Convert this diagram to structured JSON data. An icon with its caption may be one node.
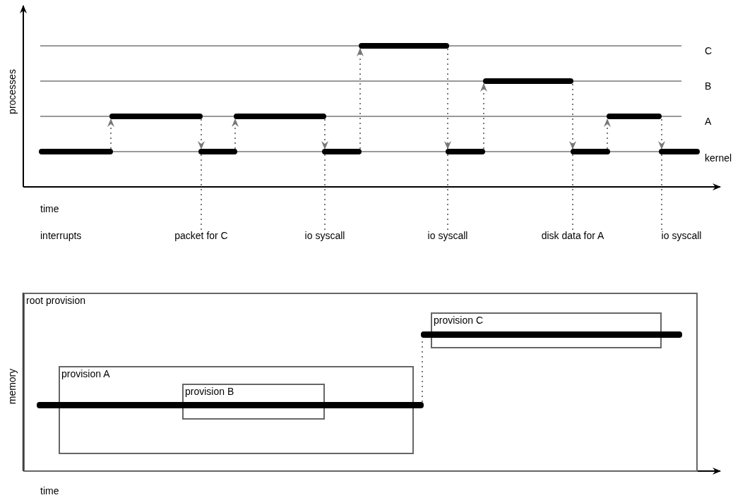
{
  "diagram": {
    "nodes": [
      {
        "text": [],
        "shape": "bar"
      },
      {
        "text": [],
        "shape": "bar"
      },
      {
        "text": [],
        "shape": "bar"
      },
      {
        "text": [],
        "shape": "bar"
      },
      {
        "text": [],
        "shape": "bar"
      },
      {
        "text": [],
        "shape": "bar"
      },
      {
        "text": [],
        "shape": "bar"
      },
      {
        "text": [],
        "shape": "bar"
      },
      {
        "text": [],
        "shape": "bar"
      },
      {
        "text": [],
        "shape": "bar"
      },
      {
        "text": [],
        "shape": "bar"
      },
      {
        "text": [
          "packet for C"
        ]
      },
      {
        "text": [
          "io syscall"
        ]
      },
      {
        "text": [
          "io syscall"
        ]
      },
      {
        "text": [
          "disk data for A"
        ]
      },
      {
        "text": [
          "io syscall"
        ]
      },
      {
        "text": [
          "root provision"
        ]
      },
      {
        "text": [
          "provision A"
        ],
        "in": 16
      },
      {
        "text": [
          "provision B"
        ],
        "in": 17
      },
      {
        "text": [
          "provision C"
        ],
        "in": 16
      },
      {
        "text": [],
        "shape": "bar",
        "in": 16
      },
      {
        "text": [],
        "shape": "bar",
        "in": 16
      }
    ],
    "edges": [
      {
        "from": 5,
        "to": 2,
        "arrow": "to",
        "style": "dashed"
      },
      {
        "from": 2,
        "to": 6,
        "arrow": "to",
        "style": "dashed"
      },
      {
        "from": 6,
        "to": 3,
        "arrow": "to",
        "style": "dashed"
      },
      {
        "from": 3,
        "to": 7,
        "arrow": "to",
        "style": "dashed"
      },
      {
        "from": 7,
        "to": 0,
        "arrow": "to",
        "style": "dashed"
      },
      {
        "from": 0,
        "to": 8,
        "arrow": "to",
        "style": "dashed"
      },
      {
        "from": 8,
        "to": 1,
        "arrow": "to",
        "style": "dashed"
      },
      {
        "from": 1,
        "to": 9,
        "arrow": "to",
        "style": "dashed"
      },
      {
        "from": 9,
        "to": 4,
        "arrow": "to",
        "style": "dashed"
      },
      {
        "from": 4,
        "to": 10,
        "arrow": "to",
        "style": "dashed"
      },
      {
        "from": 6,
        "to": 11,
        "arrow": "none",
        "style": "dashed"
      },
      {
        "from": 7,
        "to": 12,
        "arrow": "none",
        "style": "dashed"
      },
      {
        "from": 8,
        "to": 13,
        "arrow": "none",
        "style": "dashed"
      },
      {
        "from": 9,
        "to": 14,
        "arrow": "none",
        "style": "dashed"
      },
      {
        "from": 10,
        "to": 15,
        "arrow": "none",
        "style": "dashed"
      },
      {
        "from": 20,
        "to": 21,
        "arrow": "none",
        "style": "dashed"
      }
    ],
    "labels": [
      "processes",
      "C",
      "B",
      "A",
      "kernel",
      "time",
      "interrupts",
      "memory",
      "time"
    ]
  }
}
